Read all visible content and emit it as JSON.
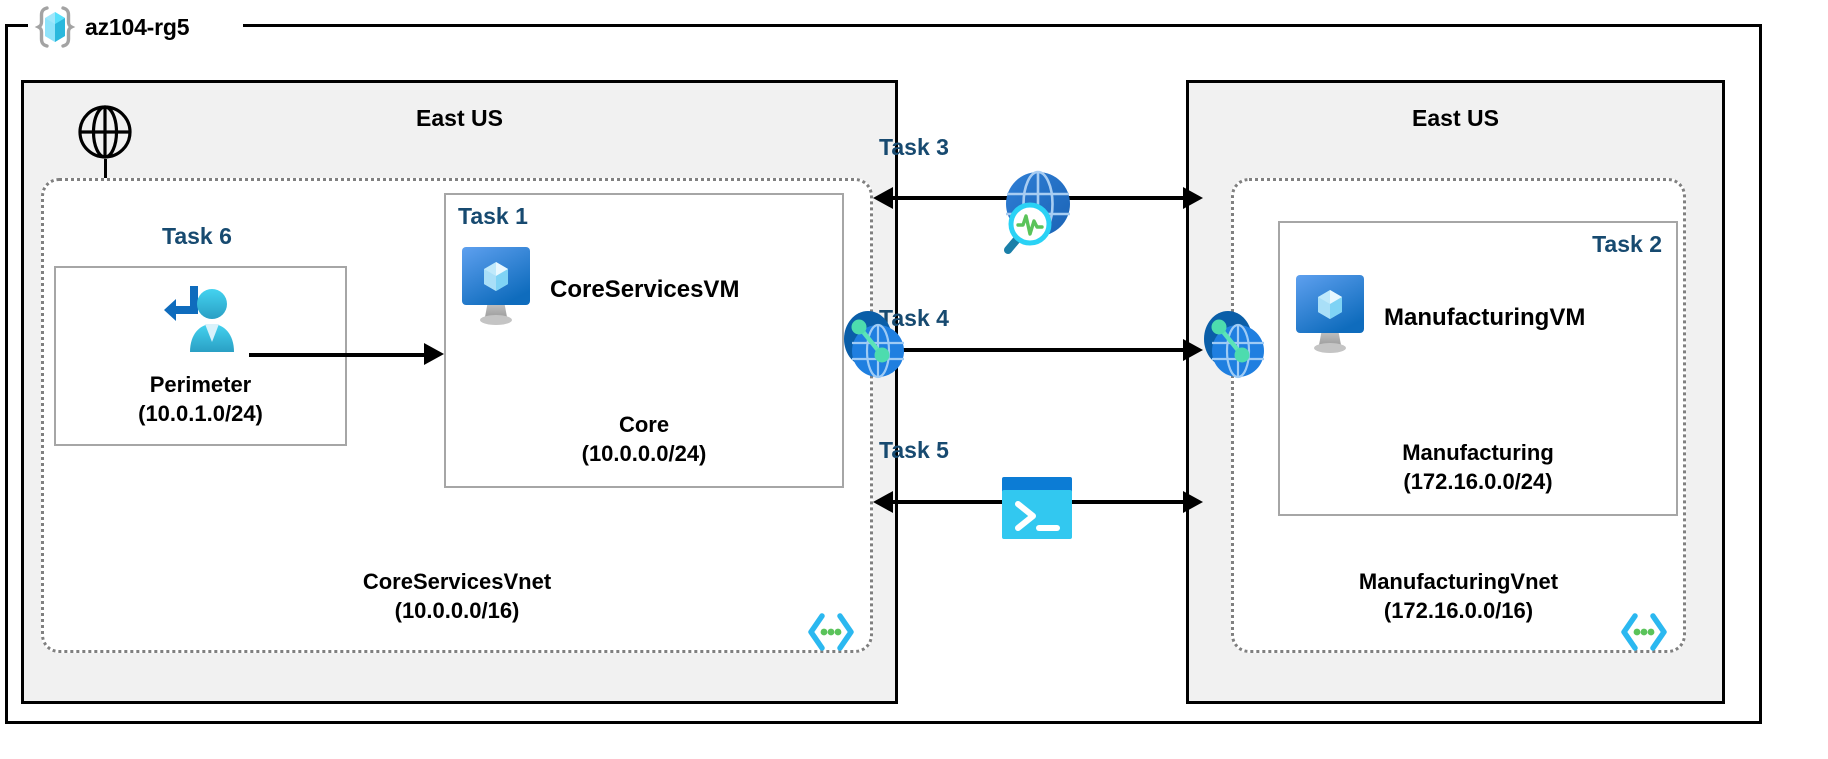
{
  "resource_group": {
    "name": "az104-rg5",
    "icon": "resource-group-cube-icon"
  },
  "regions": [
    {
      "id": "left",
      "title": "East US"
    },
    {
      "id": "right",
      "title": "East US"
    }
  ],
  "internet": {
    "icon": "globe-icon"
  },
  "vnets": [
    {
      "id": "core-services",
      "name": "CoreServicesVnet",
      "cidr": "(10.0.0.0/16)",
      "corner_icon": "code-brackets-icon",
      "subnets": [
        {
          "id": "perimeter",
          "task": "Task 6",
          "name": "Perimeter",
          "cidr": "(10.0.1.0/24)",
          "resource_icon": "bastion-user-arrow-icon"
        },
        {
          "id": "core",
          "task": "Task 1",
          "name": "Core",
          "cidr": "(10.0.0.0/24)",
          "resource_name": "CoreServicesVM",
          "resource_icon": "virtual-machine-icon"
        }
      ]
    },
    {
      "id": "manufacturing",
      "name": "ManufacturingVnet",
      "cidr": "(172.16.0.0/16)",
      "corner_icon": "code-brackets-icon",
      "subnets": [
        {
          "id": "manufacturing",
          "task": "Task 2",
          "name": "Manufacturing",
          "cidr": "(172.16.0.0/24)",
          "resource_name": "ManufacturingVM",
          "resource_icon": "virtual-machine-icon"
        }
      ]
    }
  ],
  "connectors": [
    {
      "id": "task3",
      "label": "Task 3",
      "icon": "network-watcher-icon",
      "direction": "bidirectional"
    },
    {
      "id": "task4",
      "label": "Task 4",
      "icon": "none",
      "direction": "bidirectional"
    },
    {
      "id": "task5",
      "label": "Task 5",
      "icon": "cloud-shell-terminal-icon",
      "direction": "bidirectional"
    }
  ],
  "peering_icons": [
    {
      "id": "peering-left",
      "icon": "vnet-peering-icon"
    },
    {
      "id": "peering-right",
      "icon": "vnet-peering-icon"
    }
  ],
  "colors": {
    "task_label": "#174A70",
    "region_fill": "#f1f1f1",
    "border": "#000000",
    "subnet_border": "#a6a6a6",
    "vnet_border": "#808080",
    "azure_blue": "#0078d4",
    "cyan": "#32bbf0",
    "green": "#5ac35a"
  }
}
